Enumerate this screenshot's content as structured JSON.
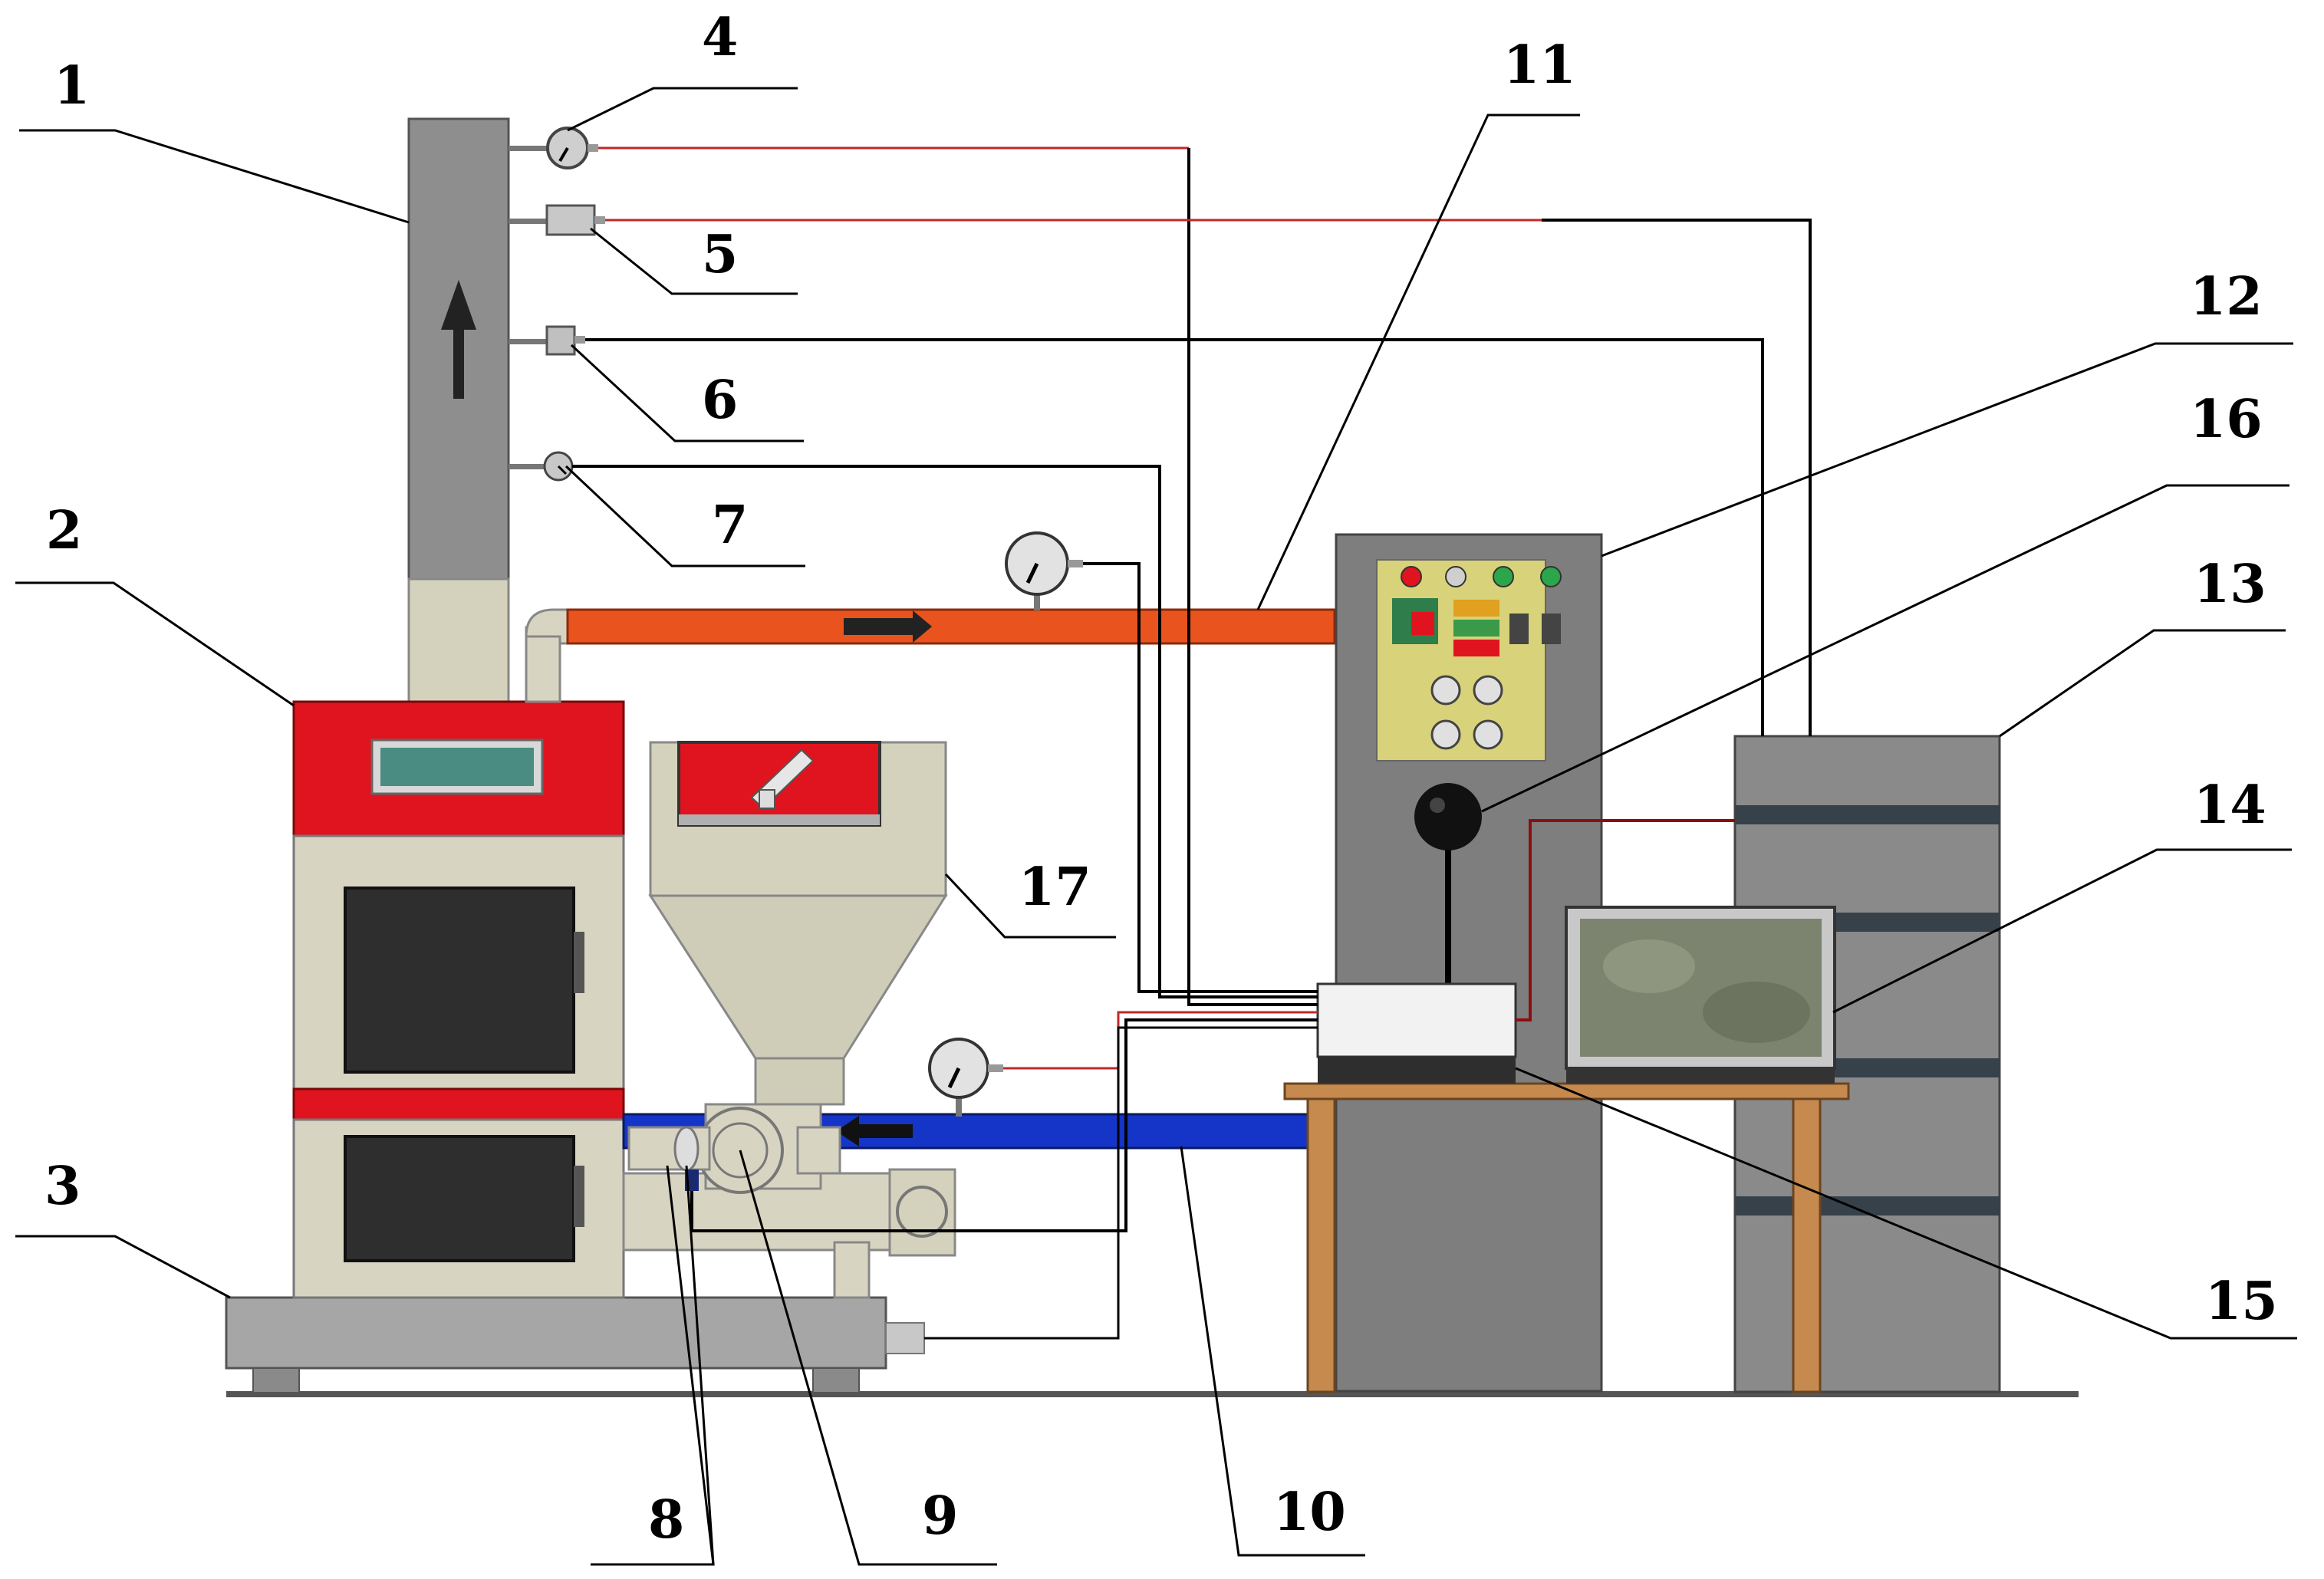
{
  "labels": {
    "n1": "1",
    "n2": "2",
    "n3": "3",
    "n4": "4",
    "n5": "5",
    "n6": "6",
    "n7": "7",
    "n8": "8",
    "n9": "9",
    "n10": "10",
    "n11": "11",
    "n12": "12",
    "n13": "13",
    "n14": "14",
    "n15": "15",
    "n16": "16",
    "n17": "17"
  },
  "colors": {
    "hot_pipe": "#e8531e",
    "cold_pipe": "#1435c8",
    "boiler_red": "#e0141e",
    "boiler_beige": "#d8d4c2",
    "panel_grey": "#7e7e7e",
    "panel_face": "#d8d27a",
    "cabinet_grey": "#8a8a8a",
    "chimney_grey": "#8c8c8c",
    "table_wood": "#c68a4e",
    "signal_red": "#c0282a",
    "signal_black": "#000000"
  }
}
